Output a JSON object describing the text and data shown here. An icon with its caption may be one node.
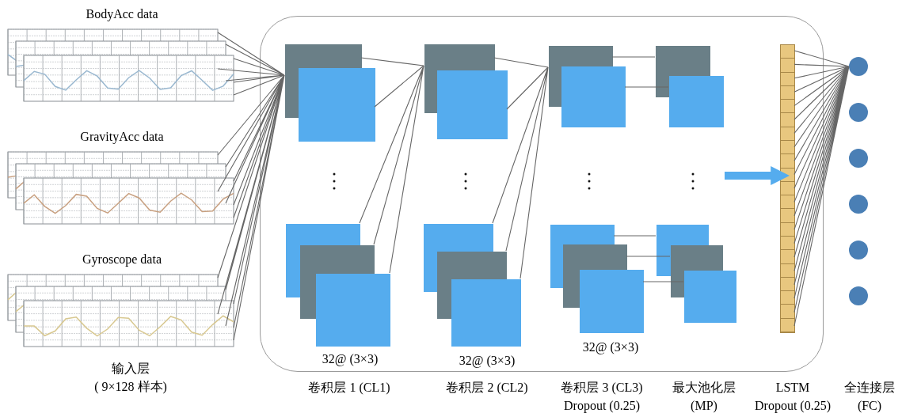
{
  "diagram": {
    "nodes": [
      {
        "text": [],
        "shape": "box"
      },
      {
        "text": [
          "BodyAcc data"
        ]
      },
      {
        "text": [
          "GravityAcc data"
        ]
      },
      {
        "text": [
          "Gyroscope data"
        ]
      },
      {
        "text": [],
        "shape": "box",
        "in": 0
      },
      {
        "text": [],
        "shape": "box",
        "in": 0,
        "beside": [
          "32@ (3×3)"
        ]
      },
      {
        "text": [],
        "shape": "box",
        "in": 0
      },
      {
        "text": [],
        "shape": "box",
        "in": 0,
        "beside": [
          "32@ (3×3)"
        ]
      },
      {
        "text": [],
        "shape": "box",
        "in": 0
      },
      {
        "text": [],
        "shape": "box",
        "in": 0,
        "beside": [
          "32@ (3×3)"
        ]
      },
      {
        "text": [],
        "shape": "box",
        "in": 0
      },
      {
        "text": [],
        "shape": "box",
        "in": 0
      },
      {
        "text": [],
        "shape": "bar",
        "in": 0
      },
      {
        "text": [],
        "shape": "circle"
      },
      {
        "text": [],
        "shape": "circle"
      },
      {
        "text": [],
        "shape": "circle"
      },
      {
        "text": [],
        "shape": "circle"
      },
      {
        "text": [],
        "shape": "circle"
      },
      {
        "text": [],
        "shape": "circle"
      }
    ],
    "edges": [
      {
        "from": 1,
        "to": 4,
        "arrow": "none"
      },
      {
        "from": 2,
        "to": 4,
        "arrow": "none"
      },
      {
        "from": 3,
        "to": 4,
        "arrow": "none"
      },
      {
        "from": 4,
        "to": 6,
        "arrow": "none"
      },
      {
        "from": 5,
        "to": 6,
        "arrow": "none"
      },
      {
        "from": 6,
        "to": 8,
        "arrow": "none"
      },
      {
        "from": 7,
        "to": 8,
        "arrow": "none"
      },
      {
        "from": 8,
        "to": 10,
        "arrow": "none"
      },
      {
        "from": 8,
        "to": 10,
        "arrow": "none"
      },
      {
        "from": 9,
        "to": 11,
        "arrow": "none"
      },
      {
        "from": 9,
        "to": 11,
        "arrow": "none"
      },
      {
        "from": 9,
        "to": 11,
        "arrow": "none"
      },
      {
        "from": null,
        "to": 12,
        "arrow": "to",
        "style": "thick",
        "color": "#55acee"
      },
      {
        "from": 12,
        "to": 13,
        "arrow": "none"
      }
    ],
    "labels": [
      "输入层",
      "( 9×128 样本)",
      "卷积层 1 (CL1)",
      "卷积层 2 (CL2)",
      "卷积层 3 (CL3)",
      "最大池化层",
      "LSTM",
      "全连接层",
      "Dropout (0.25)",
      "(MP)",
      "Dropout (0.25)",
      "(FC)"
    ]
  }
}
